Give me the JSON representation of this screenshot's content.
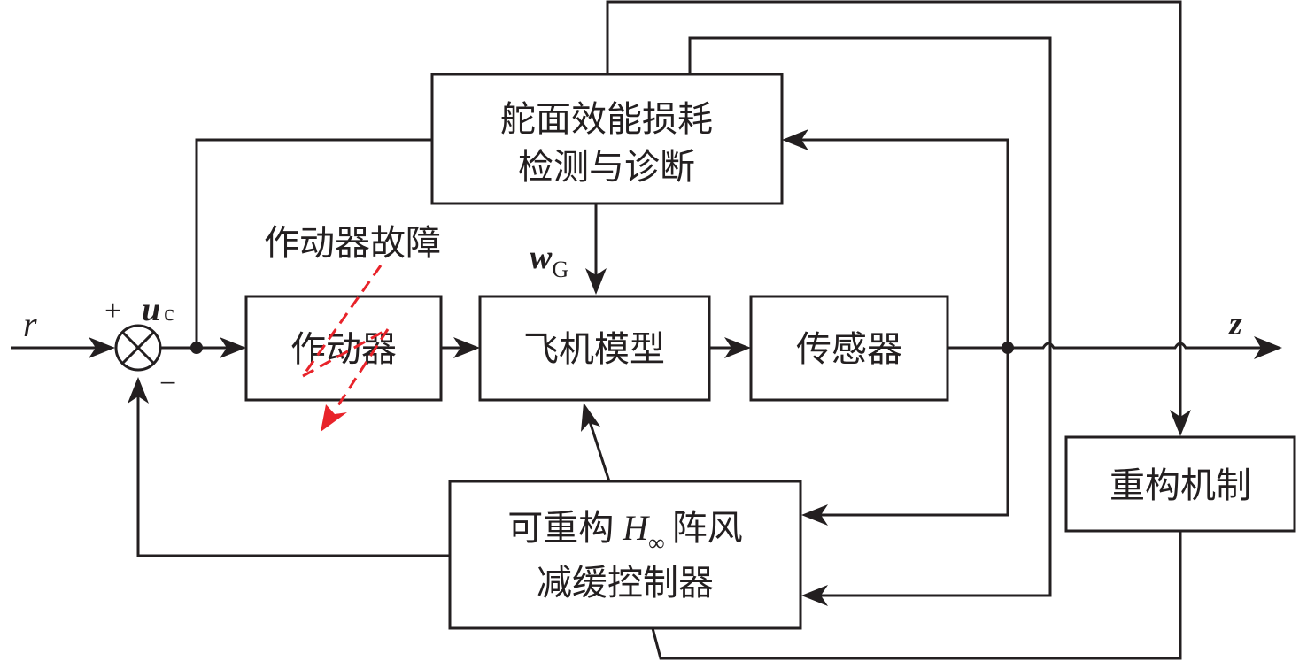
{
  "diagram": {
    "title": "Reconfigurable H-infinity gust alleviation control block diagram",
    "colors": {
      "line": "#231f20",
      "fault": "#e8232a",
      "background": "#ffffff"
    },
    "blocks": {
      "diagnosis": {
        "line1": "舵面效能损耗",
        "line2": "检测与诊断"
      },
      "actuator": {
        "label": "作动器"
      },
      "aircraft": {
        "label": "飞机模型"
      },
      "sensor": {
        "label": "传感器"
      },
      "controller": {
        "line1_prefix": "可重构",
        "line1_symbol": "H",
        "line1_subscript": "∞",
        "line1_suffix": "阵风",
        "line2": "减缓控制器"
      },
      "reconfig": {
        "label": "重构机制"
      }
    },
    "signals": {
      "reference": "r",
      "command": "u",
      "command_sub": "c",
      "gust": "w",
      "gust_sub": "G",
      "output": "z",
      "plus": "+",
      "minus": "−"
    },
    "annotations": {
      "fault_label": "作动器故障"
    }
  }
}
